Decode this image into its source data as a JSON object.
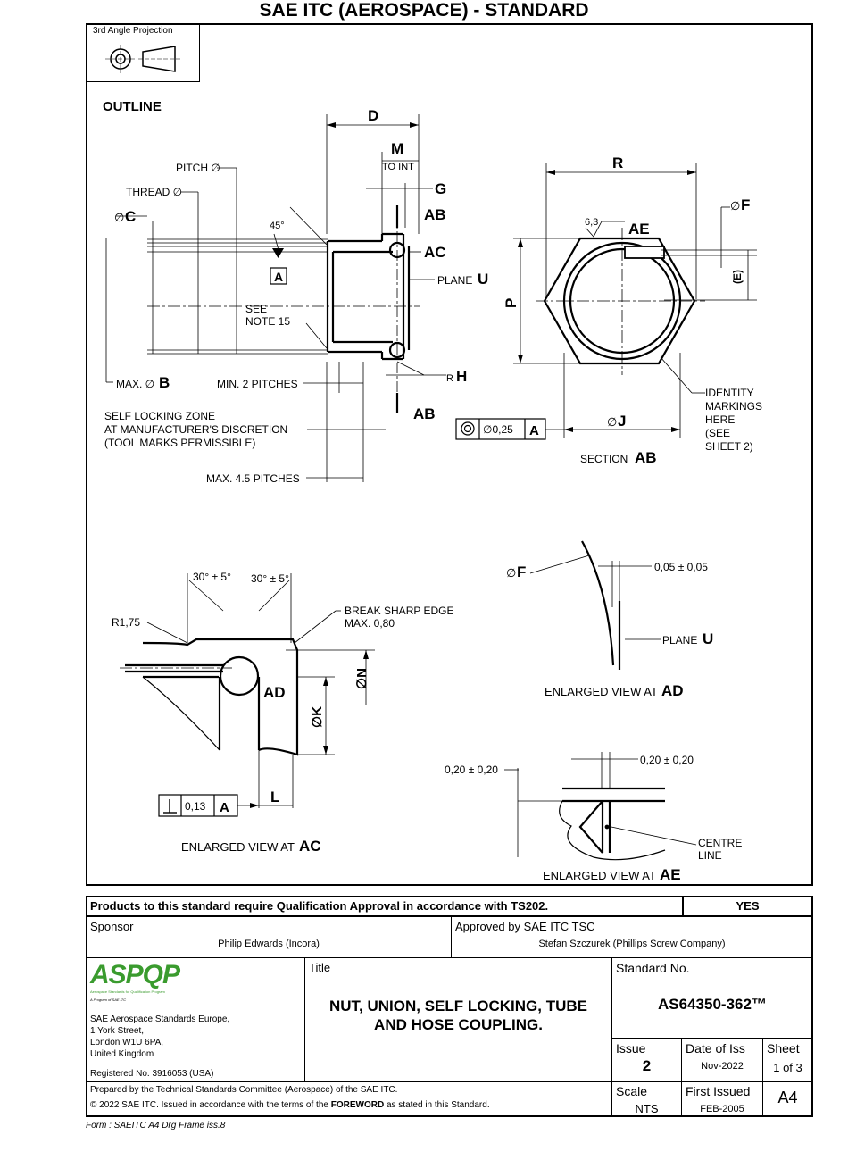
{
  "header": {
    "title": "SAE ITC (AEROSPACE) - STANDARD",
    "projection": "3rd Angle Projection"
  },
  "outline": {
    "heading": "OUTLINE",
    "labels": {
      "d": "D",
      "m": "M",
      "to_int": "TO INT",
      "g": "G",
      "ab": "AB",
      "ac": "AC",
      "plane": "PLANE",
      "u": "U",
      "pitch": "PITCH ∅",
      "thread": "THREAD ∅",
      "c_prefix": "∅",
      "c": "C",
      "angle45": "45°",
      "datum_a": "A",
      "see_note": "SEE",
      "note15": "NOTE 15",
      "max_b_prefix": "MAX. ∅",
      "b": "B",
      "min_pitches": "MIN. 2 PITCHES",
      "r": "R",
      "h": "H",
      "zone1": "SELF LOCKING ZONE",
      "zone2": "AT MANUFACTURER'S DISCRETION",
      "zone3": "(TOOL MARKS PERMISSIBLE)",
      "max_pitches": "MAX. 4.5 PITCHES"
    }
  },
  "section": {
    "r": "R",
    "f_prefix": "∅",
    "f": "F",
    "roughness": "6,3",
    "ae": "AE",
    "e": "(E)",
    "p": "P",
    "identity1": "IDENTITY",
    "identity2": "MARKINGS",
    "identity3": "HERE",
    "identity4": "(SEE",
    "identity5": "SHEET 2)",
    "tol_value": "∅0,25",
    "tol_datum": "A",
    "j_prefix": "∅",
    "j": "J",
    "caption": "SECTION",
    "caption_bold": "AB"
  },
  "view_ac": {
    "angle1": "30° ± 5°",
    "angle2": "30° ± 5°",
    "r175": "R1,75",
    "break1": "BREAK SHARP EDGE",
    "break2": "MAX. 0,80",
    "ad": "AD",
    "n": "∅N",
    "k": "∅K",
    "perp_value": "0,13",
    "perp_datum": "A",
    "l": "L",
    "caption": "ENLARGED VIEW AT",
    "caption_bold": "AC"
  },
  "view_ad": {
    "f_prefix": "∅",
    "f": "F",
    "tol": "0,05 ± 0,05",
    "plane": "PLANE",
    "u": "U",
    "caption": "ENLARGED VIEW AT",
    "caption_bold": "AD"
  },
  "view_ae": {
    "tol_left": "0,20 ± 0,20",
    "tol_right": "0,20 ± 0,20",
    "centre1": "CENTRE",
    "centre2": "LINE",
    "caption": "ENLARGED VIEW AT",
    "caption_bold": "AE"
  },
  "title_block": {
    "qualification": "Products to this standard require Qualification Approval in accordance with TS202.",
    "qualification_value": "YES",
    "sponsor_label": "Sponsor",
    "sponsor_name": "Philip Edwards (Incora)",
    "approved_label": "Approved by SAE ITC TSC",
    "approved_name": "Stefan Szczurek (Phillips Screw Company)",
    "logo_text": "ASPQP",
    "logo_tagline": "Aerospace Standards for Qualification Program",
    "logo_sub": "A Program of SAE ITC",
    "org1": "SAE Aerospace Standards Europe,",
    "org2": "1 York Street,",
    "org3": "London W1U 6PA,",
    "org4": "United Kingdom",
    "registered": "Registered No. 3916053 (USA)",
    "title_label": "Title",
    "title_line1": "NUT, UNION, SELF LOCKING, TUBE",
    "title_line2": "AND HOSE COUPLING.",
    "std_label": "Standard No.",
    "std_value": "AS64350-362™",
    "issue_label": "Issue",
    "issue_value": "2",
    "date_label": "Date of Iss",
    "date_value": "Nov-2022",
    "sheet_label": "Sheet",
    "sheet_value": "1 of 3",
    "prepared": "Prepared by the Technical Standards Committee (Aerospace) of the SAE ITC.",
    "copyright_pre": "© 2022 SAE ITC. Issued in accordance with the terms of the",
    "copyright_bold": "FOREWORD",
    "copyright_post": "as stated in this Standard.",
    "scale_label": "Scale",
    "scale_value": "NTS",
    "first_label": "First Issued",
    "first_value": "FEB-2005",
    "size_value": "A4"
  },
  "footer": "Form : SAEITC A4 Drg Frame iss.8"
}
